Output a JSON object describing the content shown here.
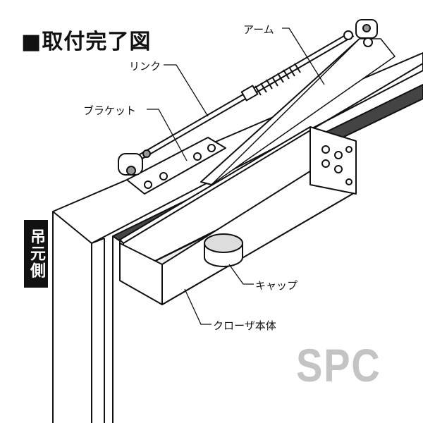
{
  "title": "■取付完了図",
  "labels": {
    "arm": "アーム",
    "link": "リンク",
    "bracket": "ブラケット",
    "cap": "キャップ",
    "closer_body": "クローザ本体",
    "hinge_side": "吊元側"
  },
  "watermark": "SPC"
}
